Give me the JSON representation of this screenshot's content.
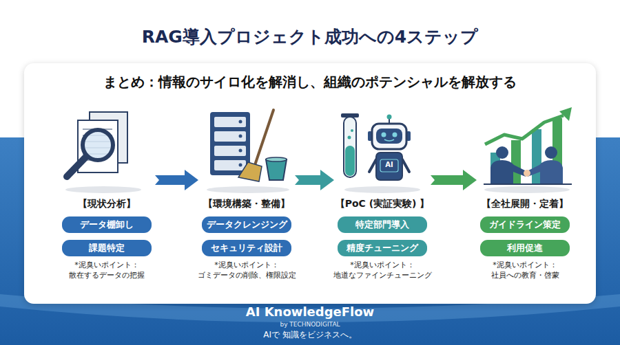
{
  "diagram": {
    "title": "RAG導入プロジェクト成功への4ステップ",
    "nodes": [
      {
        "text": [
          "まとめ：情報のサイロ化を解消し、組織のポテンシャルを解放する"
        ]
      },
      {
        "text": [
          "【現状分析】",
          "*泥臭いポイント： 散在するデータの把握"
        ],
        "in": 0
      },
      {
        "text": [
          "データ棚卸し"
        ],
        "in": 1
      },
      {
        "text": [
          "課題特定"
        ],
        "in": 1
      },
      {
        "text": [
          "【環境構築・整備】",
          "*泥臭いポイント： ゴミデータの削除、権限設定"
        ],
        "in": 0
      },
      {
        "text": [
          "データクレンジング"
        ],
        "in": 4
      },
      {
        "text": [
          "セキュリティ設計"
        ],
        "in": 4
      },
      {
        "text": [
          "【PoC (実証実験) 】",
          "*泥臭いポイント： 地道なファインチューニング"
        ],
        "in": 0
      },
      {
        "text": [
          "特定部門導入"
        ],
        "in": 7
      },
      {
        "text": [
          "精度チューニング"
        ],
        "in": 7
      },
      {
        "text": [
          "【全社展開・定着】",
          "*泥臭いポイント： 社員への教育・啓蒙"
        ],
        "in": 0
      },
      {
        "text": [
          "ガイドライン策定"
        ],
        "in": 10
      },
      {
        "text": [
          "利用促進"
        ],
        "in": 10
      }
    ],
    "edges": [
      {
        "from": 1,
        "to": 4,
        "arrow": "to"
      },
      {
        "from": 4,
        "to": 7,
        "arrow": "to"
      },
      {
        "from": 7,
        "to": 10,
        "arrow": "to"
      }
    ],
    "labels": [
      "AI",
      "AI KnowledgeFlow",
      "by TECHNODIGITAL",
      "AIで 知識をビジネスへ。"
    ]
  }
}
